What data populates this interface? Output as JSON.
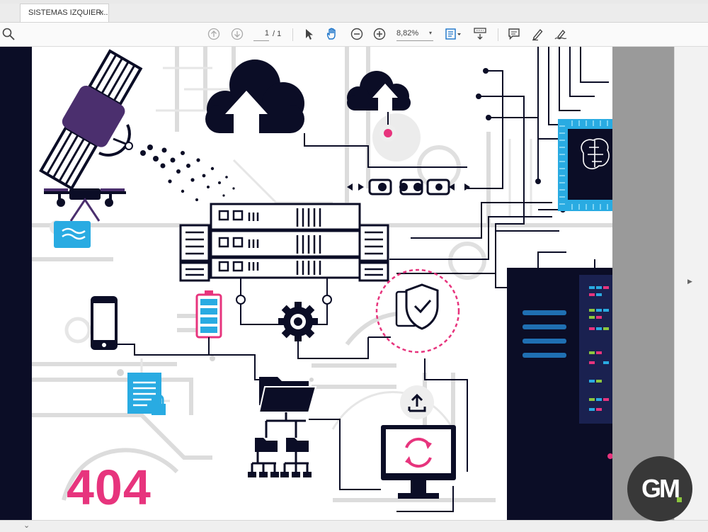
{
  "tab": {
    "title": "SISTEMAS IZQUIER...",
    "close": "×"
  },
  "toolbar": {
    "page_current": "1",
    "page_total": "/ 1",
    "zoom_value": "8,82%",
    "zoom_caret": "▾",
    "icons": [
      "search-icon",
      "page-up-icon",
      "page-down-icon",
      "select-cursor-icon",
      "hand-tool-icon",
      "zoom-out-icon",
      "zoom-in-icon",
      "fit-page-icon",
      "scroll-mode-icon",
      "comment-icon",
      "highlight-pen-icon",
      "sign-icon"
    ]
  },
  "document": {
    "error_code": "404",
    "colors": {
      "navy": "#0b0d26",
      "pink": "#e7347d",
      "cyan": "#29abe2",
      "purple": "#4b2f6e",
      "grid": "#d9d9d9"
    }
  },
  "panel": {
    "expand_icon": "▶"
  },
  "logo": {
    "text": "GM",
    "accent": "#8cc63f"
  },
  "statusbar": {
    "caret": "⌄"
  }
}
